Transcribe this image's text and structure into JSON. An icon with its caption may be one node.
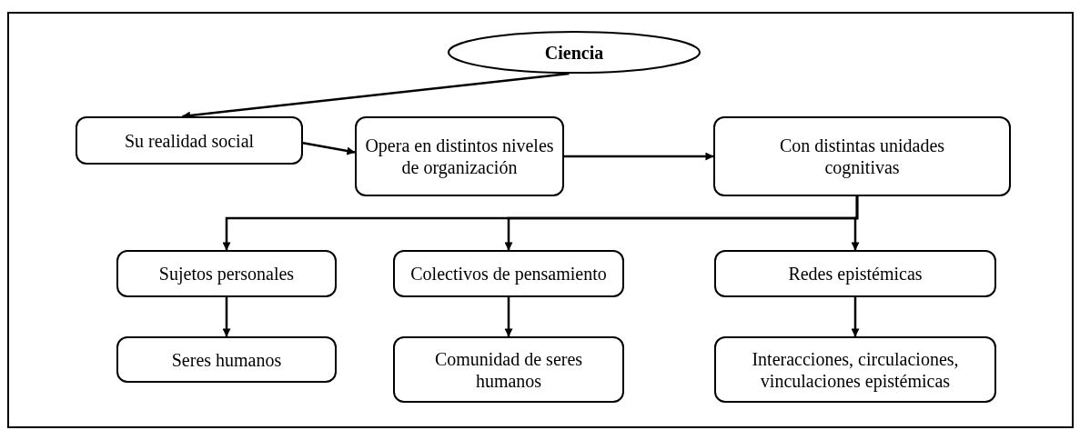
{
  "diagram": {
    "nodes": [
      {
        "text": [
          "Ciencia"
        ]
      },
      {
        "text": [
          "Su realidad social"
        ]
      },
      {
        "text": [
          "Opera en distintos niveles de organización"
        ]
      },
      {
        "text": [
          "Con distintas unidades cognitivas"
        ]
      },
      {
        "text": [
          "Sujetos personales"
        ]
      },
      {
        "text": [
          "Colectivos de pensamiento"
        ]
      },
      {
        "text": [
          "Redes epistémicas"
        ]
      },
      {
        "text": [
          "Seres humanos"
        ]
      },
      {
        "text": [
          "Comunidad de seres humanos"
        ]
      },
      {
        "text": [
          "Interacciones, circulaciones, vinculaciones epistémicas"
        ]
      }
    ],
    "edges": [
      {
        "from": 0,
        "to": 1,
        "arrow": "to"
      },
      {
        "from": 1,
        "to": 2,
        "arrow": "to"
      },
      {
        "from": 2,
        "to": 3,
        "arrow": "to"
      },
      {
        "from": 3,
        "to": 4,
        "arrow": "to"
      },
      {
        "from": 3,
        "to": 5,
        "arrow": "to"
      },
      {
        "from": 3,
        "to": 6,
        "arrow": "to"
      },
      {
        "from": 4,
        "to": 7,
        "arrow": "to"
      },
      {
        "from": 5,
        "to": 8,
        "arrow": "to"
      },
      {
        "from": 6,
        "to": 9,
        "arrow": "to"
      }
    ]
  }
}
